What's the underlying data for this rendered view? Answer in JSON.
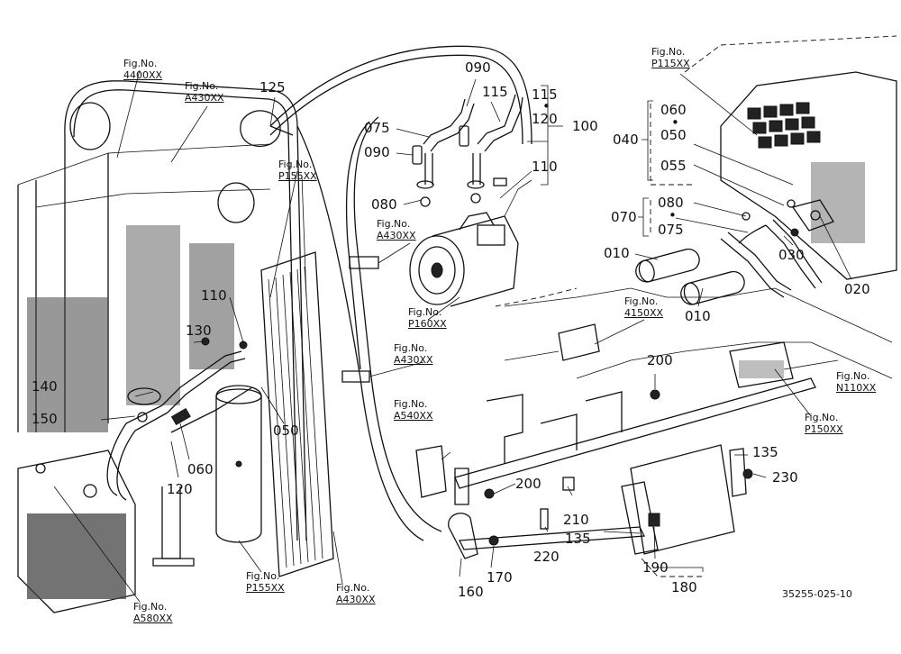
{
  "diagram": {
    "catalog_code": "35255-025-10",
    "fig_prefix": "Fig.No.",
    "figure_refs": [
      {
        "id": "4400XX",
        "ref": "4400XX"
      },
      {
        "id": "A430XX-top",
        "ref": "A430XX"
      },
      {
        "id": "P155XX-top",
        "ref": "P155XX"
      },
      {
        "id": "A430XX-mid",
        "ref": "A430XX"
      },
      {
        "id": "P160XX",
        "ref": "P160XX"
      },
      {
        "id": "A430XX-right",
        "ref": "A430XX"
      },
      {
        "id": "A540XX",
        "ref": "A540XX"
      },
      {
        "id": "4150XX",
        "ref": "4150XX"
      },
      {
        "id": "P115XX",
        "ref": "P115XX"
      },
      {
        "id": "N110XX",
        "ref": "N110XX"
      },
      {
        "id": "P150XX",
        "ref": "P150XX"
      },
      {
        "id": "P155XX-bottom",
        "ref": "P155XX"
      },
      {
        "id": "A430XX-bottom",
        "ref": "A430XX"
      },
      {
        "id": "A580XX",
        "ref": "A580XX"
      }
    ],
    "part_numbers": [
      {
        "id": "125",
        "label": "125"
      },
      {
        "id": "090a",
        "label": "090"
      },
      {
        "id": "115a",
        "label": "115"
      },
      {
        "id": "115b",
        "label": "115"
      },
      {
        "id": "dot-115-120",
        "label": "•"
      },
      {
        "id": "120a",
        "label": "120"
      },
      {
        "id": "100",
        "label": "100"
      },
      {
        "id": "075a",
        "label": "075"
      },
      {
        "id": "090b",
        "label": "090"
      },
      {
        "id": "110a",
        "label": "110"
      },
      {
        "id": "080a",
        "label": "080"
      },
      {
        "id": "060a",
        "label": "060"
      },
      {
        "id": "dot-060-050",
        "label": "•"
      },
      {
        "id": "050a",
        "label": "050"
      },
      {
        "id": "040",
        "label": "040"
      },
      {
        "id": "055",
        "label": "055"
      },
      {
        "id": "080b",
        "label": "080"
      },
      {
        "id": "dot-080-075",
        "label": "•"
      },
      {
        "id": "075b",
        "label": "075"
      },
      {
        "id": "070",
        "label": "070"
      },
      {
        "id": "010a",
        "label": "010"
      },
      {
        "id": "030",
        "label": "030"
      },
      {
        "id": "020",
        "label": "020"
      },
      {
        "id": "010b",
        "label": "010"
      },
      {
        "id": "110b",
        "label": "110"
      },
      {
        "id": "130",
        "label": "130"
      },
      {
        "id": "140",
        "label": "140"
      },
      {
        "id": "150",
        "label": "150"
      },
      {
        "id": "050b",
        "label": "050"
      },
      {
        "id": "060b",
        "label": "060"
      },
      {
        "id": "120b",
        "label": "120"
      },
      {
        "id": "200a",
        "label": "200"
      },
      {
        "id": "200b",
        "label": "200"
      },
      {
        "id": "135a",
        "label": "135"
      },
      {
        "id": "230",
        "label": "230"
      },
      {
        "id": "210",
        "label": "210"
      },
      {
        "id": "220",
        "label": "220"
      },
      {
        "id": "135b",
        "label": "135"
      },
      {
        "id": "170",
        "label": "170"
      },
      {
        "id": "160",
        "label": "160"
      },
      {
        "id": "190",
        "label": "190"
      },
      {
        "id": "180",
        "label": "180"
      }
    ]
  }
}
